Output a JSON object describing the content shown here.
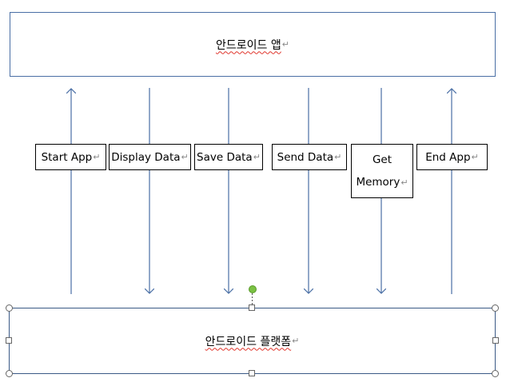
{
  "top_box": {
    "label": "안드로이드 앱"
  },
  "bottom_box": {
    "label": "안드로이드 플랫폼"
  },
  "paragraph_mark": "↵",
  "arrow_color": "#4a6fa5",
  "operations": [
    {
      "label": "Start App",
      "direction": "up"
    },
    {
      "label": "Display Data",
      "direction": "down"
    },
    {
      "label": "Save Data",
      "direction": "down"
    },
    {
      "label": "Send Data",
      "direction": "down"
    },
    {
      "label_line1": "Get",
      "label_line2": "Memory",
      "direction": "down"
    },
    {
      "label": "End App",
      "direction": "up"
    }
  ]
}
